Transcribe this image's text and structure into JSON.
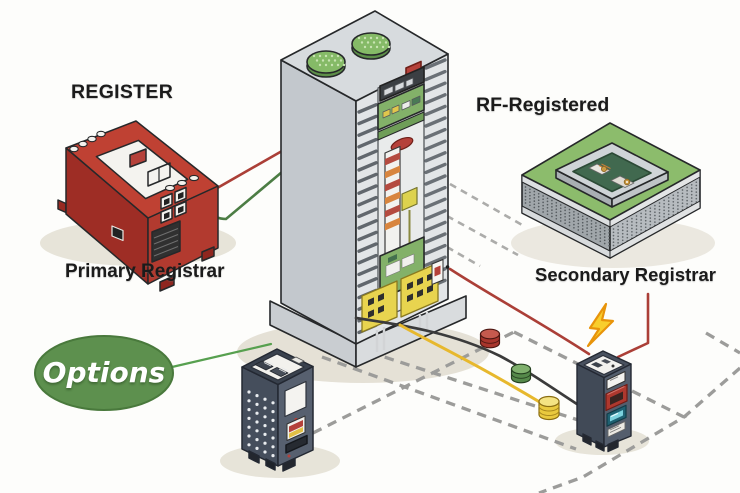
{
  "diagram": {
    "background_color": "#fdfdfb",
    "labels": {
      "register": "REGISTER",
      "primary_registrar": "Primary Registrar",
      "rf_registered": "RF-Registered",
      "secondary_registrar": "Secondary Registrar",
      "options": "Options"
    },
    "icons": {
      "lightning_bolt": "lightning-bolt",
      "fan_vent": "fan-vent",
      "tokens": [
        "red-token",
        "green-token",
        "yellow-token-stack"
      ]
    },
    "colors": {
      "primary_device_red": "#b5413a",
      "secondary_device_green": "#8cbc6c",
      "options_bubble_green": "#5d904e",
      "tower_gray": "#d9dcde",
      "wire_red": "#ab3f37",
      "wire_green": "#4c7d44",
      "wire_yellow": "#e7b82d",
      "wire_black": "#3b3b3b",
      "dashed_line_gray": "#9c9c9a",
      "bolt_yellow": "#f8ce2d"
    }
  }
}
